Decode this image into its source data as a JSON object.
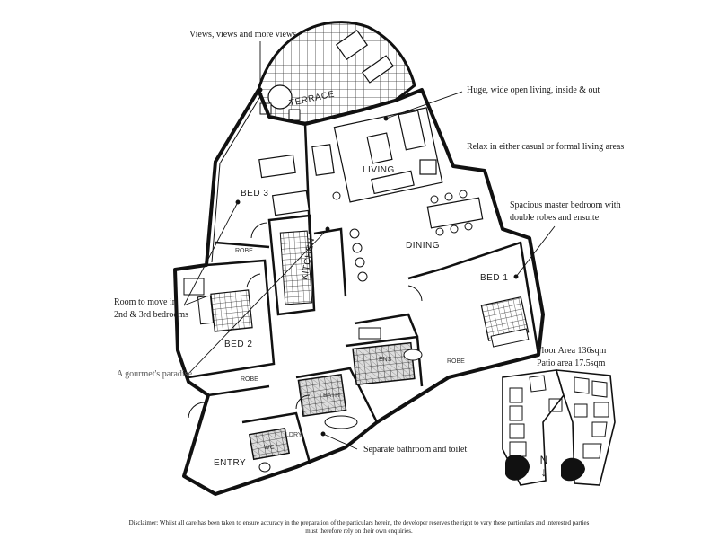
{
  "callouts": {
    "views": "Views, views and more views",
    "living_open": "Huge, wide open living, inside & out",
    "relax": "Relax in either casual or formal living areas",
    "master_line1": "Spacious master bedroom with",
    "master_line2": "double robes and ensuite",
    "room_move_line1": "Room to move in",
    "room_move_line2": "2nd & 3rd bedrooms",
    "gourmet": "A gourmet's paradise",
    "separate": "Separate bathroom and toilet"
  },
  "rooms": {
    "terrace": "TERRACE",
    "living": "LIVING",
    "dining": "DINING",
    "bed1": "BED 1",
    "bed2": "BED 2",
    "bed3": "BED 3",
    "kitchen": "KITCHEN",
    "entry": "ENTRY",
    "robe": "ROBE",
    "ldry": "LDRY",
    "bath": "BATH",
    "wc": "WC",
    "ens": "ENS"
  },
  "areas": {
    "floor": "Floor Area 136sqm",
    "patio": "Patio area 17.5sqm"
  },
  "north": {
    "letter": "N",
    "arrow": "↓"
  },
  "disclaimer": {
    "line1": "Disclaimer: Whilst all care has been taken to ensure accuracy in the preparation of the particulars herein, the developer reserves the right to vary these particulars and interested parties",
    "line2": "must therefore rely on their own enquiries."
  }
}
